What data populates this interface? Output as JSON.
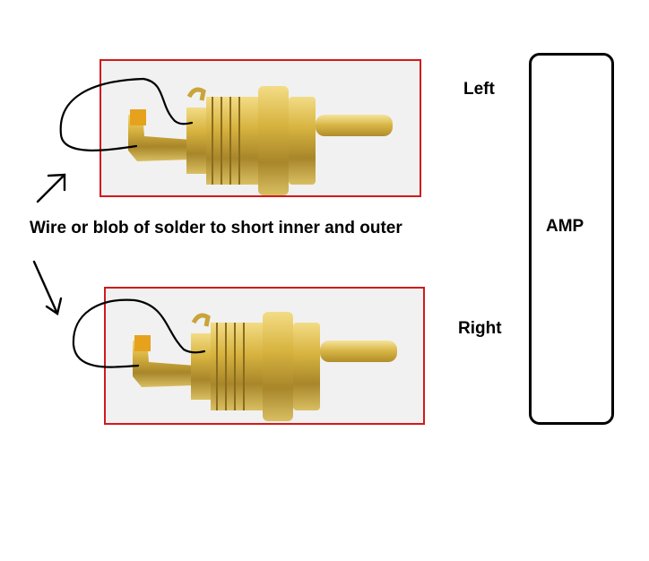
{
  "labels": {
    "left": "Left",
    "right": "Right",
    "amp": "AMP",
    "instruction": "Wire or blob of solder to short inner and outer"
  },
  "colors": {
    "frame": "#d11a1a",
    "ink": "#000000",
    "brass": "#d9b545",
    "photo_bg": "#f1f1f1"
  },
  "icons": [
    "rca-jack-photo",
    "rca-jack-photo",
    "arrow-up-right-icon",
    "arrow-down-icon"
  ]
}
